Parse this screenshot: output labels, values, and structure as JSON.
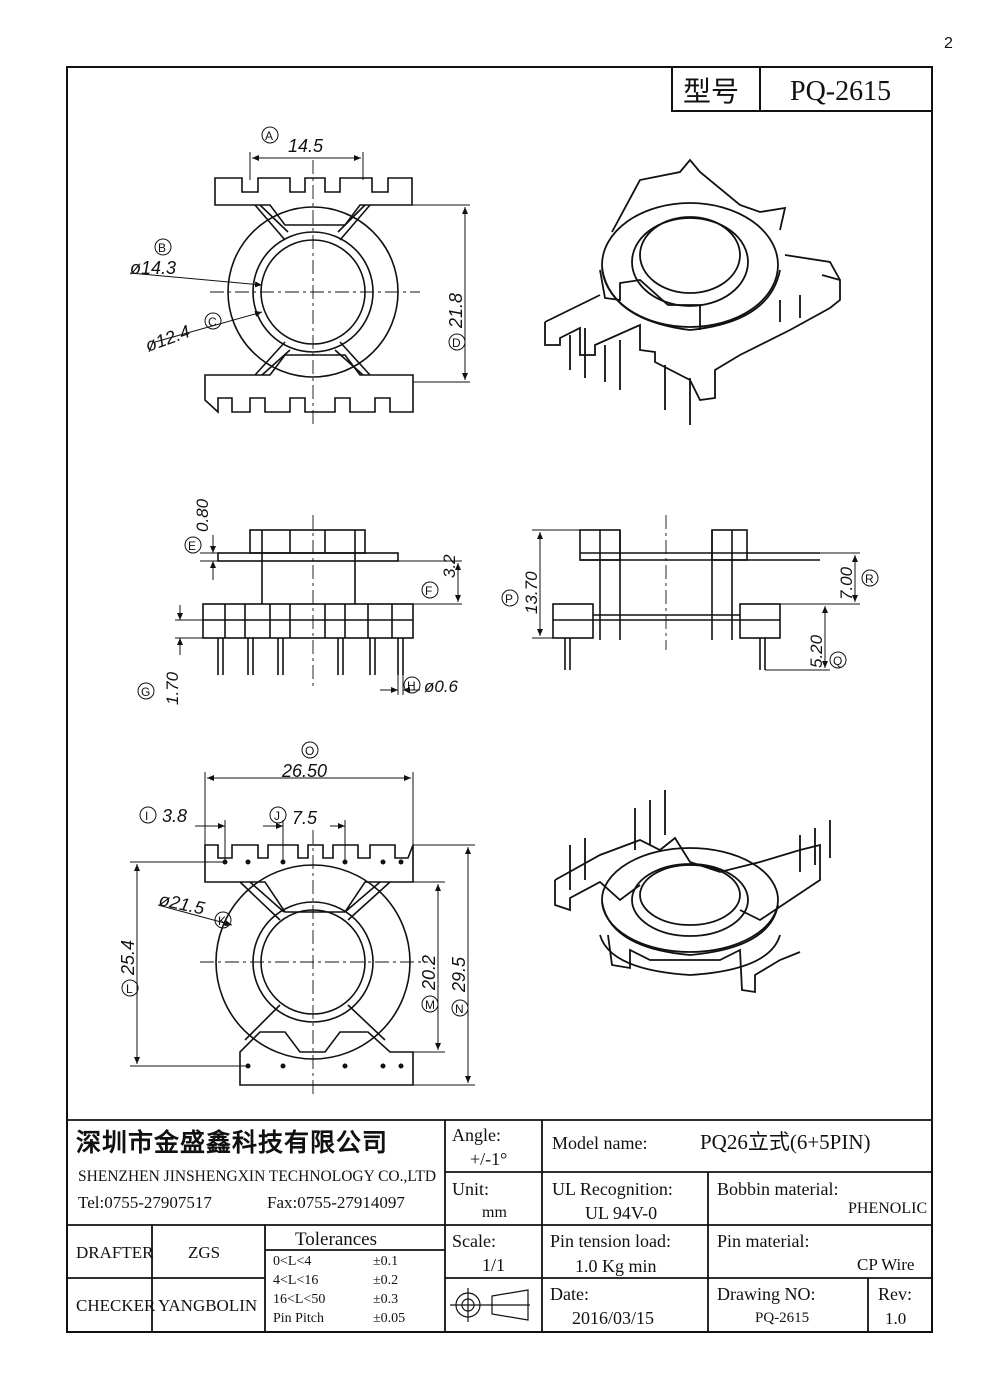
{
  "page_number": "2",
  "title_block": {
    "model_label": "型号",
    "model_value": "PQ-2615"
  },
  "drawing": {
    "top_view": {
      "A": {
        "label": "A",
        "value": "14.5"
      },
      "B": {
        "label": "B",
        "value": "ø14.3"
      },
      "C": {
        "label": "C",
        "value": "ø12.4"
      },
      "D": {
        "label": "D",
        "value": "21.8"
      }
    },
    "side_view": {
      "E": {
        "label": "E",
        "value": "0.80"
      },
      "F": {
        "label": "F",
        "value": "3.2"
      },
      "G": {
        "label": "G",
        "value": "1.70"
      },
      "H": {
        "label": "H",
        "value": "ø0.6"
      }
    },
    "front_view": {
      "P": {
        "label": "P",
        "value": "13.70"
      },
      "R": {
        "label": "R",
        "value": "7.00"
      },
      "Q": {
        "label": "Q",
        "value": "5.20"
      }
    },
    "bottom_view": {
      "O": {
        "label": "O",
        "value": "26.50"
      },
      "I": {
        "label": "I",
        "value": "3.8"
      },
      "J": {
        "label": "J",
        "value": "7.5"
      },
      "K": {
        "label": "K",
        "value": "ø21.5"
      },
      "L": {
        "label": "L",
        "value": "25.4"
      },
      "M": {
        "label": "M",
        "value": "20.2"
      },
      "N": {
        "label": "N",
        "value": "29.5"
      }
    }
  },
  "footer": {
    "company_cn": "深圳市金盛鑫科技有限公司",
    "company_en": "SHENZHEN JINSHENGXIN TECHNOLOGY CO.,LTD",
    "tel": "Tel:0755-27907517",
    "fax": "Fax:0755-27914097",
    "drafter_label": "DRAFTER",
    "drafter_value": "ZGS",
    "checker_label": "CHECKER",
    "checker_value": "YANGBOLIN",
    "tolerances_title": "Tolerances",
    "tolerances": [
      {
        "range": "0<L<4",
        "value": "±0.1"
      },
      {
        "range": "4<L<16",
        "value": "±0.2"
      },
      {
        "range": "16<L<50",
        "value": "±0.3"
      },
      {
        "range": "Pin Pitch",
        "value": "±0.05"
      }
    ],
    "angle_label": "Angle:",
    "angle_value": "+/-1°",
    "unit_label": "Unit:",
    "unit_value": "mm",
    "scale_label": "Scale:",
    "scale_value": "1/1",
    "model_name_label": "Model name:",
    "model_name_value": "PQ26立式(6+5PIN)",
    "ul_label": "UL Recognition:",
    "ul_value": "UL 94V-0",
    "bobbin_label": "Bobbin material:",
    "bobbin_value": "PHENOLIC",
    "pin_tension_label": "Pin tension load:",
    "pin_tension_value": "1.0 Kg min",
    "pin_material_label": "Pin material:",
    "pin_material_value": "CP Wire",
    "date_label": "Date:",
    "date_value": "2016/03/15",
    "drawing_no_label": "Drawing NO:",
    "drawing_no_value": "PQ-2615",
    "rev_label": "Rev:",
    "rev_value": "1.0"
  }
}
